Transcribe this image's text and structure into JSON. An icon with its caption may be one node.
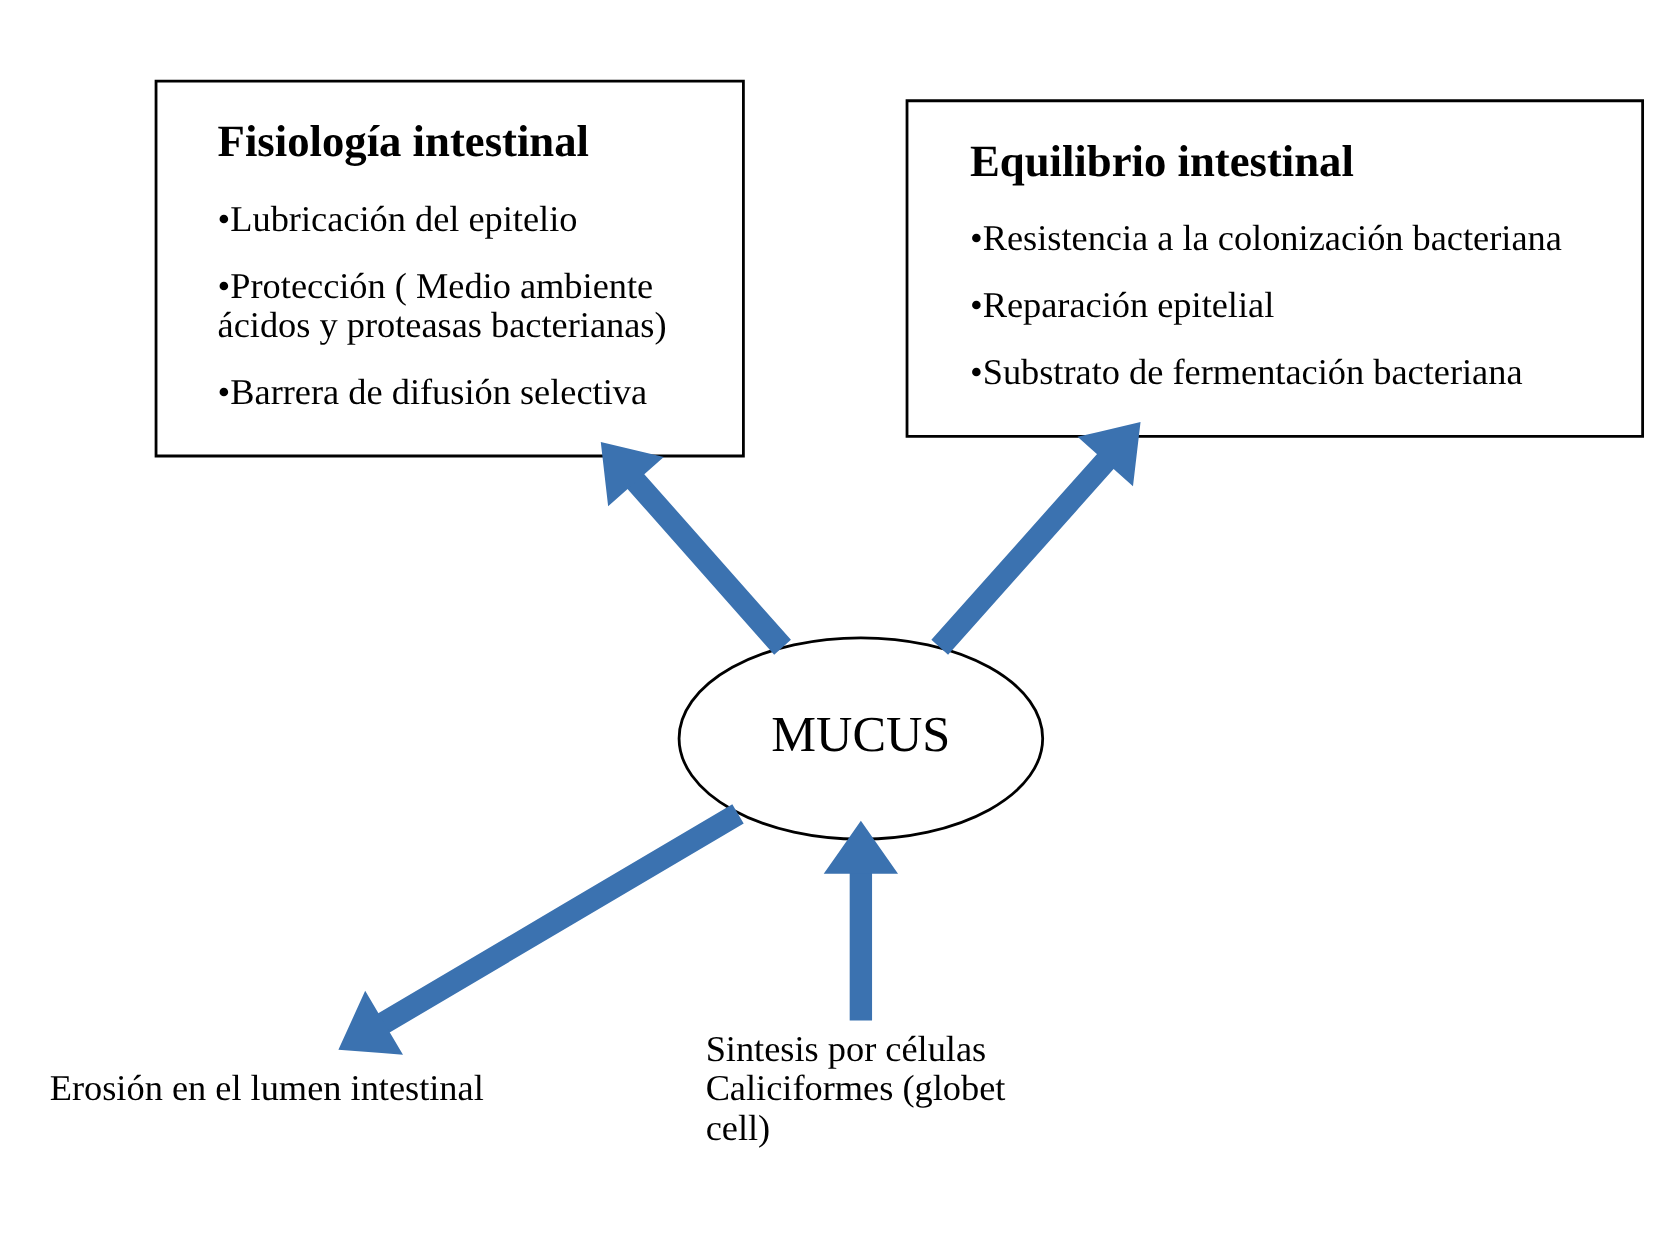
{
  "diagram": {
    "nodes": [
      {
        "text": [
          "Fisiología intestinal",
          "•Lubricación del epitelio",
          "•Protección ( Medio ambiente ácidos y proteasas bacterianas)",
          "•Barrera de difusión selectiva"
        ]
      },
      {
        "text": [
          "Equilibrio intestinal",
          "•Resistencia a la colonización bacteriana",
          "•Reparación epitelial",
          "•Substrato de fermentación bacteriana"
        ]
      },
      {
        "text": [
          "MUCUS"
        ]
      },
      {
        "text": [
          "Sintesis por células Caliciformes (globet cell)"
        ]
      },
      {
        "text": [
          "Erosión en el lumen intestinal"
        ]
      }
    ],
    "edges": [
      {
        "from": 2,
        "to": 0,
        "arrow": "to"
      },
      {
        "from": 2,
        "to": 1,
        "arrow": "to"
      },
      {
        "from": 3,
        "to": 2,
        "arrow": "to"
      },
      {
        "from": 2,
        "to": 4,
        "arrow": "to"
      }
    ]
  }
}
